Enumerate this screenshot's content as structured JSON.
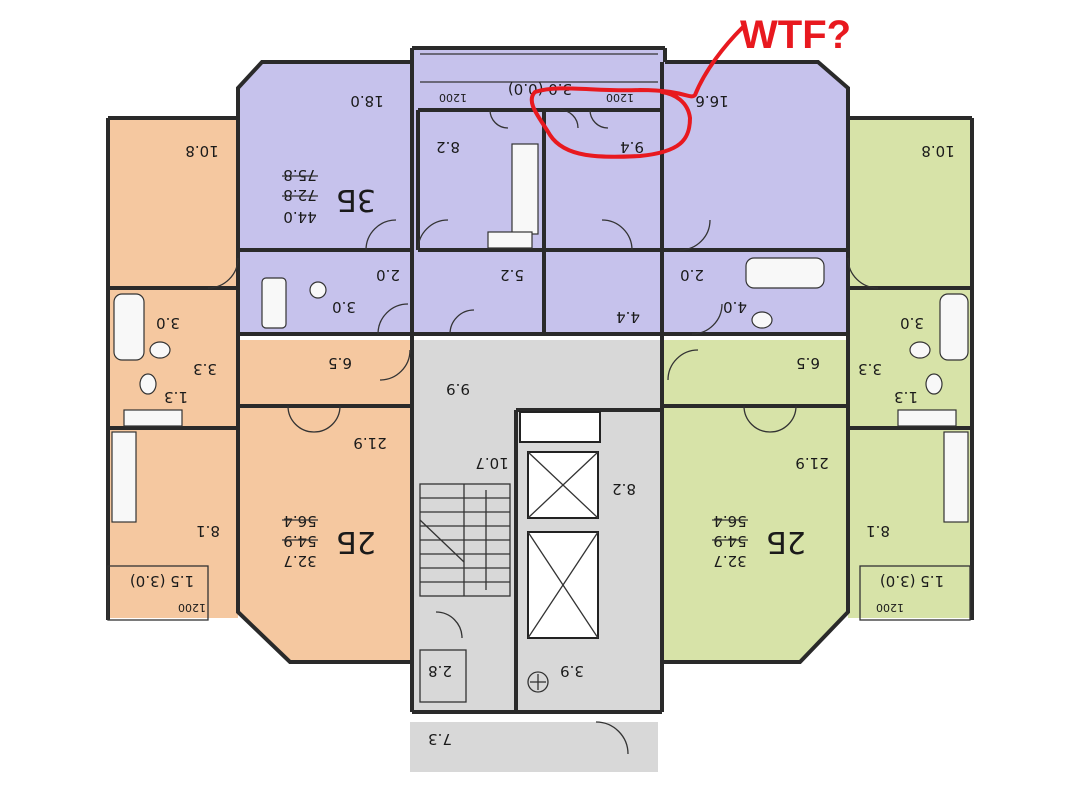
{
  "colors": {
    "apt3_fill": "#c6c2ec",
    "apt2_left_fill": "#f5c8a0",
    "apt2_right_fill": "#d7e3a8",
    "side_left_fill": "#f5c8a0",
    "side_right_fill": "#d7e3a8",
    "core_fill": "#d8d8d8",
    "wall": "#2a2a2a",
    "annotation": "#e8191f"
  },
  "annotation": {
    "text": "WTF?"
  },
  "rooms": {
    "top_left_room": "18.0",
    "top_left_kitchen": "8.2",
    "top_loggia": "3.0 (0.0)",
    "top_dim_left": "1200",
    "top_dim_right": "1200",
    "top_circled_room": "9.4",
    "top_right_room": "16.6",
    "far_left_top": "10.8",
    "far_right_top": "10.8",
    "top_left_bath": "3.0",
    "top_left_hall": "2.0",
    "top_center_hall": "5.2",
    "top_right_hall": "2.0",
    "top_center_corridor": "4.4",
    "top_right_bath": "4.0",
    "left_bath": "3.0",
    "left_corridor": "3.3",
    "left_wc": "1.3",
    "right_bath": "3.0",
    "right_corridor": "3.3",
    "right_wc": "1.3",
    "left_hall": "6.5",
    "right_hall": "6.5",
    "lobby": "9.9",
    "stair_corridor": "10.7",
    "elevator_hall": "8.2",
    "left_room": "21.9",
    "right_room": "21.9",
    "left_kitchen": "8.1",
    "right_kitchen": "8.1",
    "left_loggia": "1.5 (3.0)",
    "right_loggia": "1.5 (3.0)",
    "left_dim": "1200",
    "right_dim": "1200",
    "small_room": "2.8",
    "machine_room": "3.9",
    "bottom_balcony": "7.3"
  },
  "apartments": {
    "top": {
      "type": "3Б",
      "living": "44.0",
      "total": "72.8",
      "gross": "75.8"
    },
    "left": {
      "type": "2Б",
      "living": "32.7",
      "total": "54.9",
      "gross": "56.4"
    },
    "right": {
      "type": "2Б",
      "living": "32.7",
      "total": "54.9",
      "gross": "56.4"
    }
  }
}
